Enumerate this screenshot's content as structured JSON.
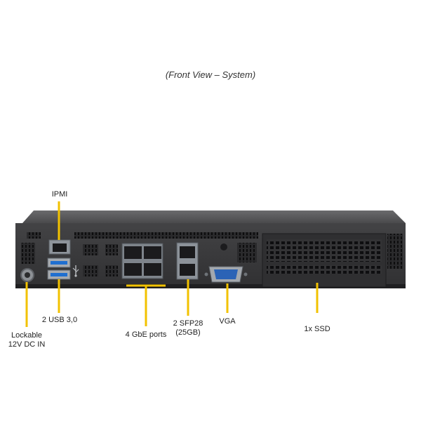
{
  "caption": "(Front View – System)",
  "labels": {
    "ipmi": "IPMI",
    "usb": "2 USB 3,0",
    "power_line1": "Lockable",
    "power_line2": "12V DC IN",
    "gbe": "4 GbE ports",
    "sfp_line1": "2 SFP28",
    "sfp_line2": "(25GB)",
    "vga": "VGA",
    "ssd": "1x SSD"
  },
  "colors": {
    "callout": "#f2c200",
    "chassis": "#3d3d3f",
    "chassis_dark": "#262628",
    "port_metal": "#9aa0a6",
    "usb_blue": "#1f6fd0",
    "vga_blue": "#2b63b6"
  },
  "icons": {
    "usb": "usb-symbol-icon",
    "power": "dc-power-jack-icon"
  }
}
